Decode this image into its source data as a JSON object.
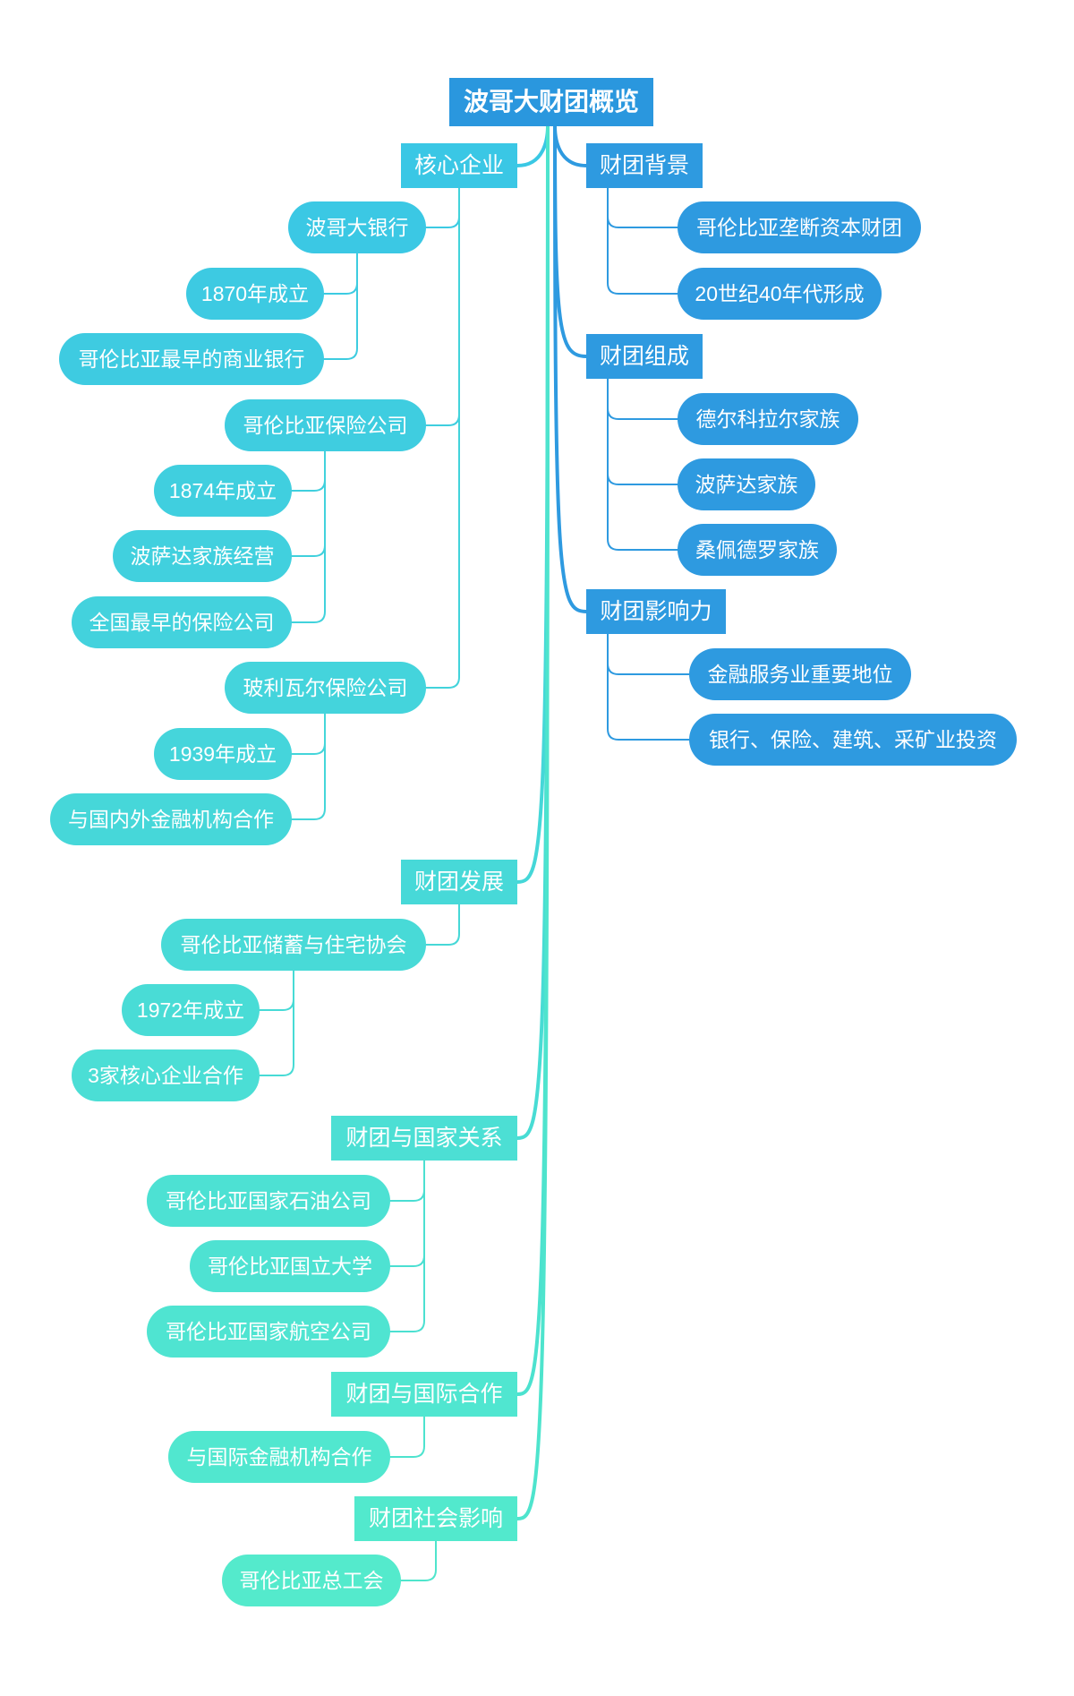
{
  "root": {
    "label": "波哥大财团概览",
    "color": "#2a97de"
  },
  "colors": {
    "right_branch": "#2e9ae0",
    "right_leaf": "#2e9ae0",
    "left_gradient_start": "#3ac6e5",
    "left_gradient_end": "#54ebcc",
    "right_link": "#2e9ae0",
    "left_link_start": "#3ac8e4",
    "left_link_end": "#4fe6cc"
  },
  "right": [
    {
      "label": "财团背景",
      "children": [
        "哥伦比亚垄断资本财团",
        "20世纪40年代形成"
      ]
    },
    {
      "label": "财团组成",
      "children": [
        "德尔科拉尔家族",
        "波萨达家族",
        "桑佩德罗家族"
      ]
    },
    {
      "label": "财团影响力",
      "children": [
        "金融服务业重要地位",
        "银行、保险、建筑、采矿业投资"
      ]
    }
  ],
  "left": [
    {
      "label": "核心企业",
      "children": [
        {
          "label": "波哥大银行",
          "children": [
            "1870年成立",
            "哥伦比亚最早的商业银行"
          ]
        },
        {
          "label": "哥伦比亚保险公司",
          "children": [
            "1874年成立",
            "波萨达家族经营",
            "全国最早的保险公司"
          ]
        },
        {
          "label": "玻利瓦尔保险公司",
          "children": [
            "1939年成立",
            "与国内外金融机构合作"
          ]
        }
      ]
    },
    {
      "label": "财团发展",
      "children": [
        {
          "label": "哥伦比亚储蓄与住宅协会",
          "children": [
            "1972年成立",
            "3家核心企业合作"
          ]
        }
      ]
    },
    {
      "label": "财团与国家关系",
      "children": [
        {
          "label": "哥伦比亚国家石油公司"
        },
        {
          "label": "哥伦比亚国立大学"
        },
        {
          "label": "哥伦比亚国家航空公司"
        }
      ]
    },
    {
      "label": "财团与国际合作",
      "children": [
        {
          "label": "与国际金融机构合作"
        }
      ]
    },
    {
      "label": "财团社会影响",
      "children": [
        {
          "label": "哥伦比亚总工会"
        }
      ]
    }
  ]
}
